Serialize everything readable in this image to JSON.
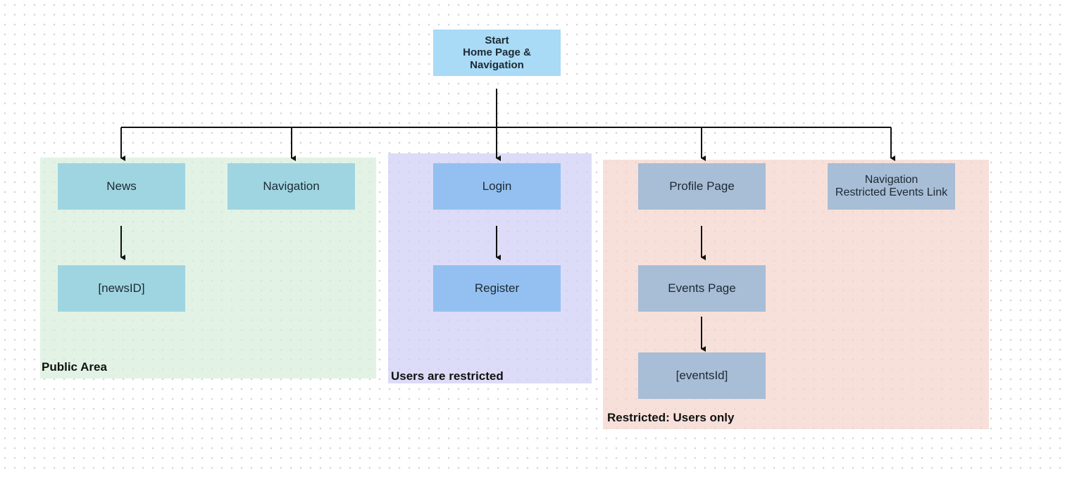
{
  "colors": {
    "public_region": "#e3f4e6",
    "users_region": "#dcdcf7",
    "restricted_region": "#f6dfd9",
    "start_node": "#a9daf6",
    "public_node": "#9fd5e1",
    "login_node": "#93c0f0",
    "restricted_node": "#a8bdd6",
    "connector": "#111111"
  },
  "regions": {
    "public": {
      "label": "Public Area"
    },
    "users": {
      "label": "Users are restricted"
    },
    "restricted": {
      "label": "Restricted: Users only"
    }
  },
  "nodes": {
    "start": {
      "lines": [
        "Start",
        "Home Page &",
        "Navigation"
      ]
    },
    "news": {
      "label": "News"
    },
    "navigation": {
      "label": "Navigation"
    },
    "news_id": {
      "label": "[newsID]"
    },
    "login": {
      "label": "Login"
    },
    "register": {
      "label": "Register"
    },
    "profile": {
      "label": "Profile Page"
    },
    "nav_restricted": {
      "lines": [
        "Navigation",
        "Restricted Events Link"
      ]
    },
    "events": {
      "label": "Events Page"
    },
    "events_id": {
      "label": "[eventsId]"
    }
  }
}
